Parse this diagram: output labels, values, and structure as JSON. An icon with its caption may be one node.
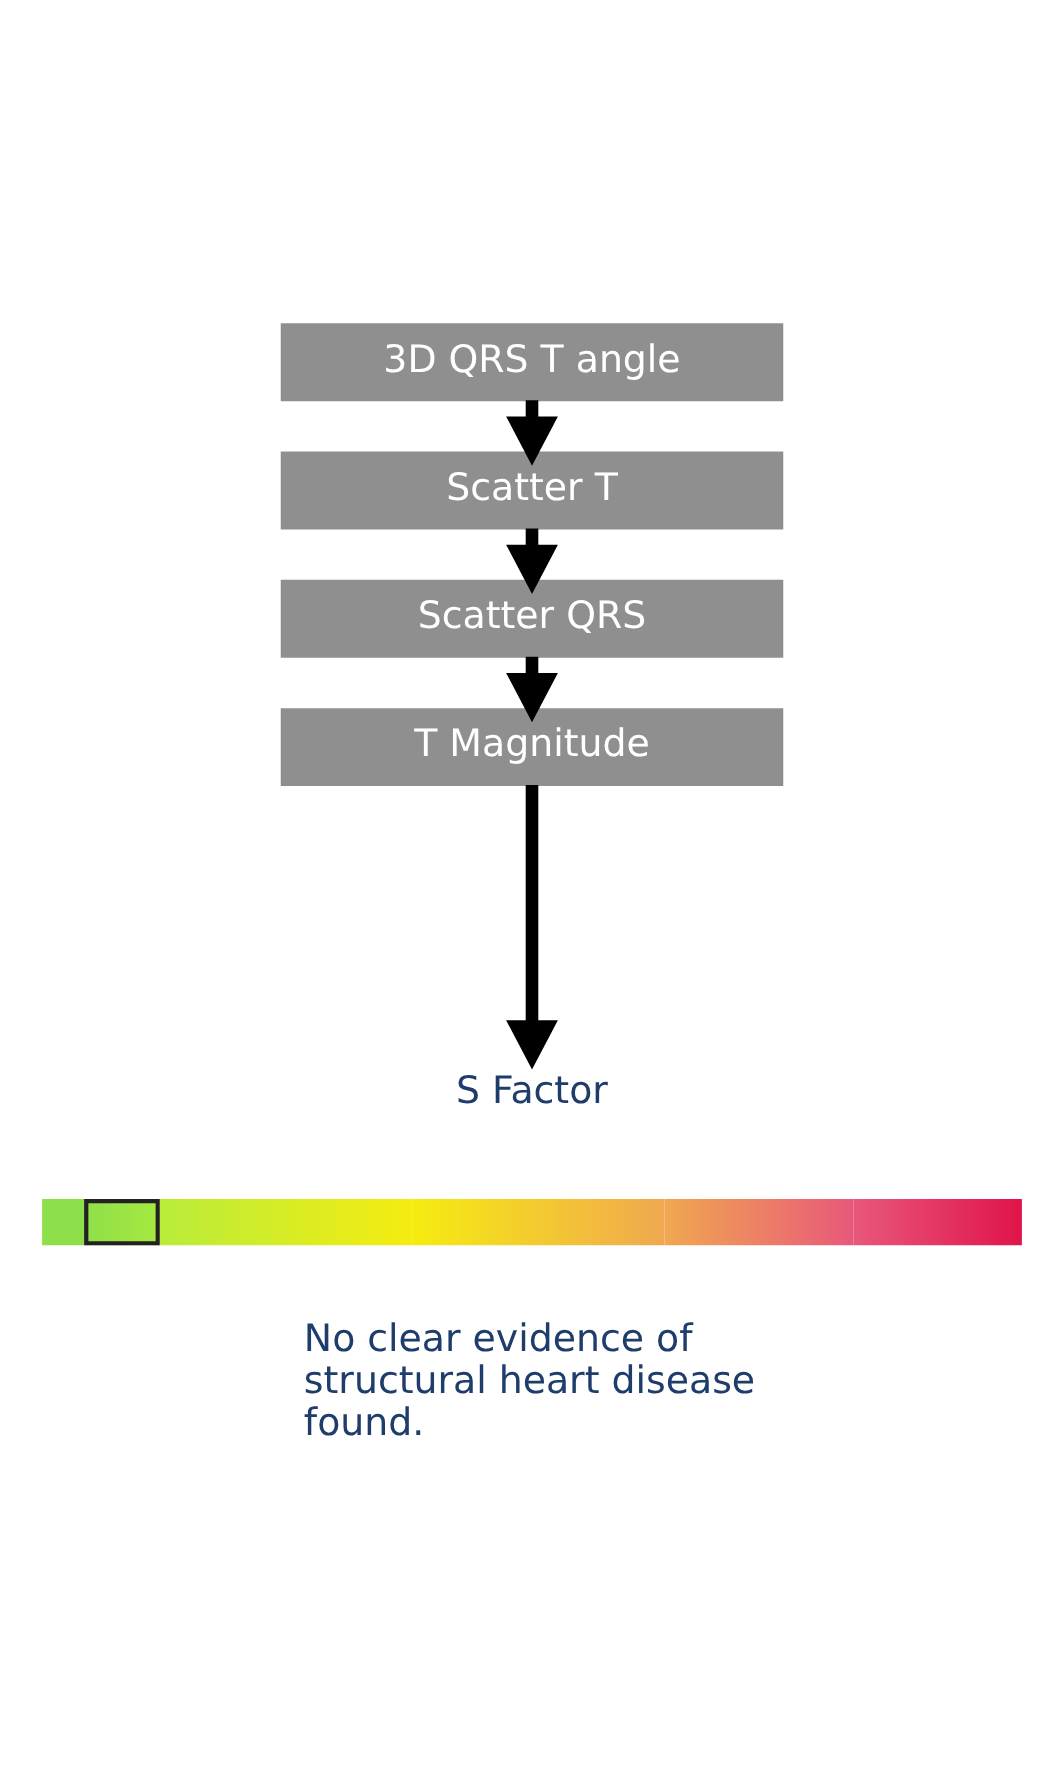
{
  "diagram": {
    "nodes": [
      {
        "text": [
          "3D QRS T angle"
        ]
      },
      {
        "text": [
          "Scatter T"
        ]
      },
      {
        "text": [
          "Scatter QRS"
        ]
      },
      {
        "text": [
          "T Magnitude"
        ]
      },
      {
        "text": [
          "S Factor"
        ]
      },
      {
        "text": [],
        "shape": "bar"
      }
    ],
    "edges": [
      {
        "from": 0,
        "to": 1,
        "arrow": "to"
      },
      {
        "from": 1,
        "to": 2,
        "arrow": "to"
      },
      {
        "from": 2,
        "to": 3,
        "arrow": "to"
      },
      {
        "from": 3,
        "to": 4,
        "arrow": "to"
      }
    ],
    "labels": [
      "No clear evidence of structural heart disease found."
    ]
  }
}
